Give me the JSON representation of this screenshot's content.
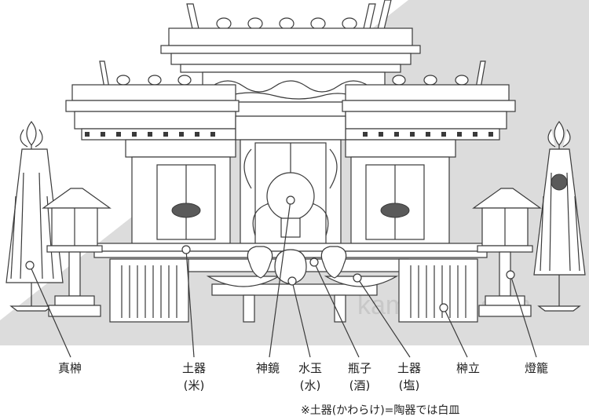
{
  "labels": {
    "masakaki": "真榊",
    "doki_kome": "土器\n(米)",
    "shinkyo": "神鏡",
    "mizutama": "水玉\n(水)",
    "heishi": "瓶子\n(酒)",
    "doki_shio": "土器\n(塩)",
    "sakakitate": "榊立",
    "toro": "燈籠"
  },
  "note": "※土器(かわらけ)=陶器では白皿",
  "watermark": "kamidana.com"
}
